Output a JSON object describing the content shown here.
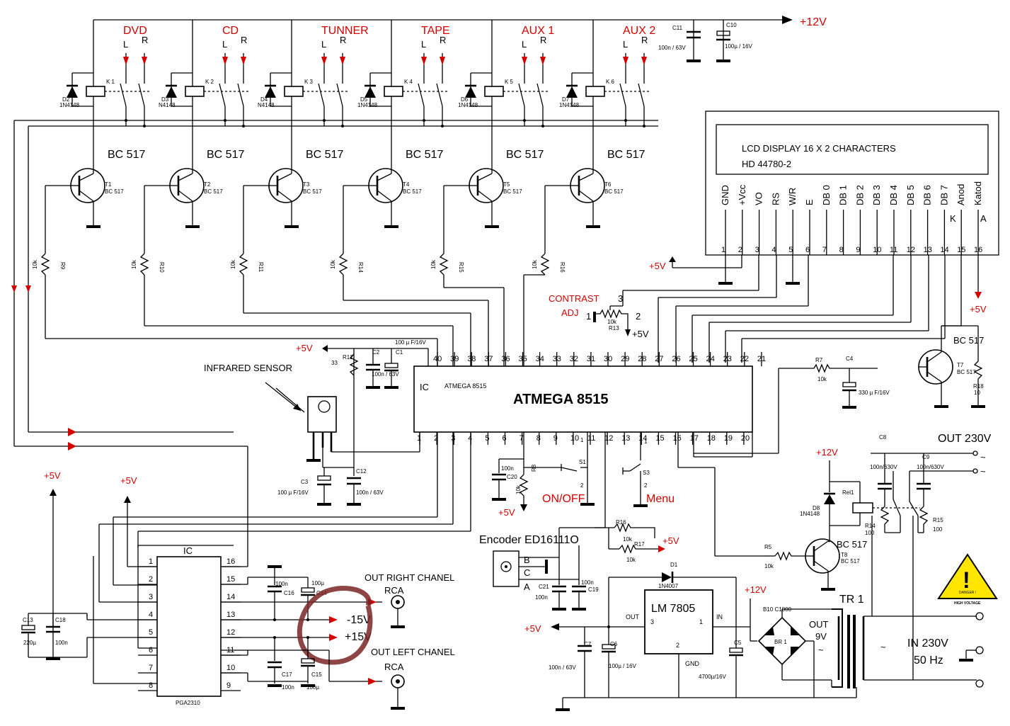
{
  "supply": {
    "v12": "+12V",
    "v5": "+5V",
    "m15": "-15V",
    "p15": "+15V"
  },
  "inputs": [
    {
      "name": "DVD",
      "relay": "K 1",
      "diode": "D2",
      "diode_part": "1N4148",
      "transistor": "T1",
      "type": "BC 517",
      "resistor": "R9",
      "rval": "10k"
    },
    {
      "name": "CD",
      "relay": "K 2",
      "diode": "D3",
      "diode_part": "N4148",
      "transistor": "T2",
      "type": "BC 517",
      "resistor": "R10",
      "rval": "10k"
    },
    {
      "name": "TUNNER",
      "relay": "K 3",
      "diode": "D4",
      "diode_part": "N4148",
      "transistor": "T3",
      "type": "BC 517",
      "resistor": "R11",
      "rval": "10k"
    },
    {
      "name": "TAPE",
      "relay": "K 4",
      "diode": "D5",
      "diode_part": "1N4148",
      "transistor": "T4",
      "type": "BC 517",
      "resistor": "R14",
      "rval": "10k"
    },
    {
      "name": "AUX 1",
      "relay": "K 5",
      "diode": "D6",
      "diode_part": "1N4148",
      "transistor": "T5",
      "type": "BC 517",
      "resistor": "R15",
      "rval": "10k"
    },
    {
      "name": "AUX 2",
      "relay": "K 6",
      "diode": "D7",
      "diode_part": "1N4148",
      "transistor": "T6",
      "type": "BC 517",
      "resistor": "R16",
      "rval": "10k"
    }
  ],
  "lr": {
    "l": "L",
    "r": "R"
  },
  "caps_top": {
    "c11": "C11",
    "c11v": "100n / 63V",
    "c10": "C10",
    "c10v": "100µ / 16V"
  },
  "lcd": {
    "title": "LCD DISPLAY 16 X 2 CHARACTERS",
    "model": "HD 44780-2",
    "pins": [
      "GND",
      "+Vcc",
      "VO",
      "RS",
      "W/R",
      "E",
      "DB 0",
      "DB 1",
      "DB 2",
      "DB 3",
      "DB 4",
      "DB 5",
      "DB 6",
      "DB 7",
      "Anod",
      "Katod"
    ],
    "nums": [
      "1",
      "2",
      "3",
      "4",
      "5",
      "6",
      "7",
      "8",
      "9",
      "10",
      "11",
      "12",
      "13",
      "14",
      "15",
      "16"
    ],
    "k": "K",
    "a": "A"
  },
  "contrast": {
    "label1": "CONTRAST",
    "label2": "ADJ",
    "p1": "1",
    "p2": "2",
    "p3": "3",
    "r": "R13",
    "rv": "10k"
  },
  "mcu": {
    "ic": "IC",
    "part": "ATMEGA 8515",
    "title": "ATMEGA 8515",
    "top_pins": [
      "40",
      "39",
      "38",
      "37",
      "36",
      "35",
      "34",
      "33",
      "32",
      "31",
      "30",
      "29",
      "28",
      "27",
      "26",
      "25",
      "24",
      "23",
      "22",
      "21"
    ],
    "bottom_pins": [
      "1",
      "2",
      "3",
      "4",
      "5",
      "6",
      "7",
      "8",
      "9",
      "10",
      "11",
      "12",
      "13",
      "14",
      "15",
      "16",
      "17",
      "18",
      "19",
      "20"
    ]
  },
  "ir": {
    "label": "INFRARED SENSOR",
    "r12": "R12",
    "r12v": "33",
    "c1": "C1",
    "c2": "C2",
    "c2v": "100n / 63V",
    "cap": "100 µ F/16V",
    "c3": "C3",
    "c3v": "100 µ F/16V",
    "c12": "C12",
    "c12v": "100n / 63V"
  },
  "t7": {
    "type": "BC 517",
    "name": "T7",
    "part": "BC 517",
    "r7": "R7",
    "r7v": "10k",
    "c4": "C4",
    "c4v": "330 µ F/16V",
    "r18": "R18",
    "r18v": "10"
  },
  "buttons": {
    "c20": "C20",
    "c20v": "100n",
    "r8": "R8",
    "r8v": "10k",
    "s1": "S1",
    "s3": "S3",
    "onoff": "ON/OFF",
    "menu": "Menu",
    "p1": "1",
    "p2": "2"
  },
  "encoder": {
    "label": "Encoder ED16111O",
    "b": "B",
    "c": "C",
    "a": "A",
    "r16": "R16",
    "r16v": "10k",
    "r17": "R17",
    "r17v": "10k",
    "c21": "C21",
    "c21v": "100n",
    "c19": "C19",
    "c19v": "100n"
  },
  "pga": {
    "ic": "IC",
    "part": "PGA2310",
    "left_pins": [
      "1",
      "2",
      "3",
      "4",
      "5",
      "6",
      "7",
      "8"
    ],
    "right_pins": [
      "16",
      "15",
      "14",
      "13",
      "12",
      "11",
      "10",
      "9"
    ],
    "c13": "C13",
    "c13v": "220µ",
    "c18": "C18",
    "c18v": "100n",
    "c16": "C16",
    "c16v": "100n",
    "c14": "C14",
    "c14v": "100µ",
    "c17": "C17",
    "c17v": "100n",
    "c15": "C15",
    "c15v": "100µ"
  },
  "outs": {
    "right": "OUT RIGHT CHANEL",
    "left": "OUT LEFT CHANEL",
    "rca": "RCA"
  },
  "power": {
    "reg": "LM 7805",
    "out": "OUT",
    "in": "IN",
    "gnd": "GND",
    "p3": "3",
    "p2": "2",
    "p1": "1",
    "d1": "D1",
    "d1p": "1N4007",
    "c7": "C7",
    "c7v": "100n / 63V",
    "c6": "C6",
    "c6v": "100µ / 16V",
    "c5": "C5",
    "c5v": "4700µ/16V",
    "br": "BR 1",
    "b10": "B10 C1000",
    "tr": "TR 1",
    "out9": "OUT",
    "v9": "9V",
    "in230": "IN 230V",
    "hz": "50 Hz",
    "tilde": "~"
  },
  "relay_out": {
    "out230": "OUT 230V",
    "c8": "C8",
    "c8v": "100n/630V",
    "c9": "C9",
    "c9v": "100n/630V",
    "d8": "D8",
    "d8p": "1N4148",
    "rel": "Rel1",
    "r14": "R14",
    "r14v": "100",
    "r15": "R15",
    "r15v": "100",
    "r5": "R5",
    "r5v": "10k",
    "t8type": "BC 517",
    "t8": "T8",
    "t8p": "BC 517"
  },
  "warning": {
    "mark": "!",
    "t1": "DANGER !",
    "t2": "HIGH VOLTAGE"
  }
}
